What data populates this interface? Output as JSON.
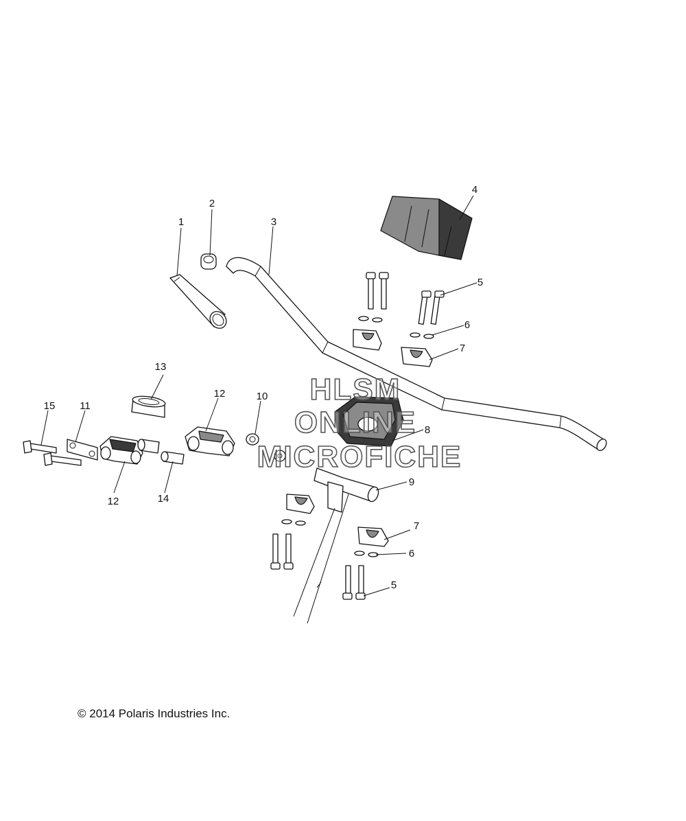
{
  "callouts": {
    "c1": "1",
    "c2": "2",
    "c3": "3",
    "c4": "4",
    "c5a": "5",
    "c5b": "5",
    "c6a": "6",
    "c6b": "6",
    "c7a": "7",
    "c7b": "7",
    "c8": "8",
    "c9": "9",
    "c10": "10",
    "c11": "11",
    "c12a": "12",
    "c12b": "12",
    "c13": "13",
    "c14": "14",
    "c15": "15"
  },
  "watermark": {
    "line1": "HLSM",
    "line2": "ONLINE",
    "line3": "MICROFICHE"
  },
  "copyright": "© 2014 Polaris Industries Inc."
}
